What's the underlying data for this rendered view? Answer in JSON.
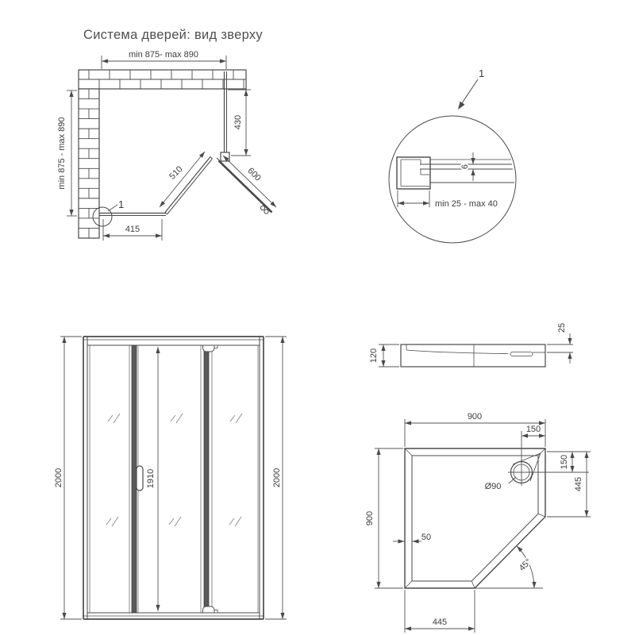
{
  "title": "Система дверей: вид зверху",
  "top_view": {
    "width_range": "min 875- max 890",
    "depth_range": "min 875 - max 890",
    "side_panel_length": "430",
    "fixed_panel_length": "510",
    "door_length": "600",
    "bottom_panel_length": "415",
    "detail_marker": "1"
  },
  "detail_view": {
    "callout_number": "1",
    "glass_thickness": "6",
    "adjustment_range": "min 25 - max 40"
  },
  "front_view": {
    "height_left": "2000",
    "door_height": "1910",
    "height_right": "2000"
  },
  "tray_side_view": {
    "tray_height": "120",
    "rim_height": "25"
  },
  "tray_plan_view": {
    "width_top": "900",
    "depth_left": "900",
    "drain_offset_top": "150",
    "drain_offset_right": "150",
    "right_segment": "445",
    "bottom_segment": "445",
    "drain_diameter": "Ø90",
    "rim_width": "50",
    "corner_angle": "45°"
  }
}
